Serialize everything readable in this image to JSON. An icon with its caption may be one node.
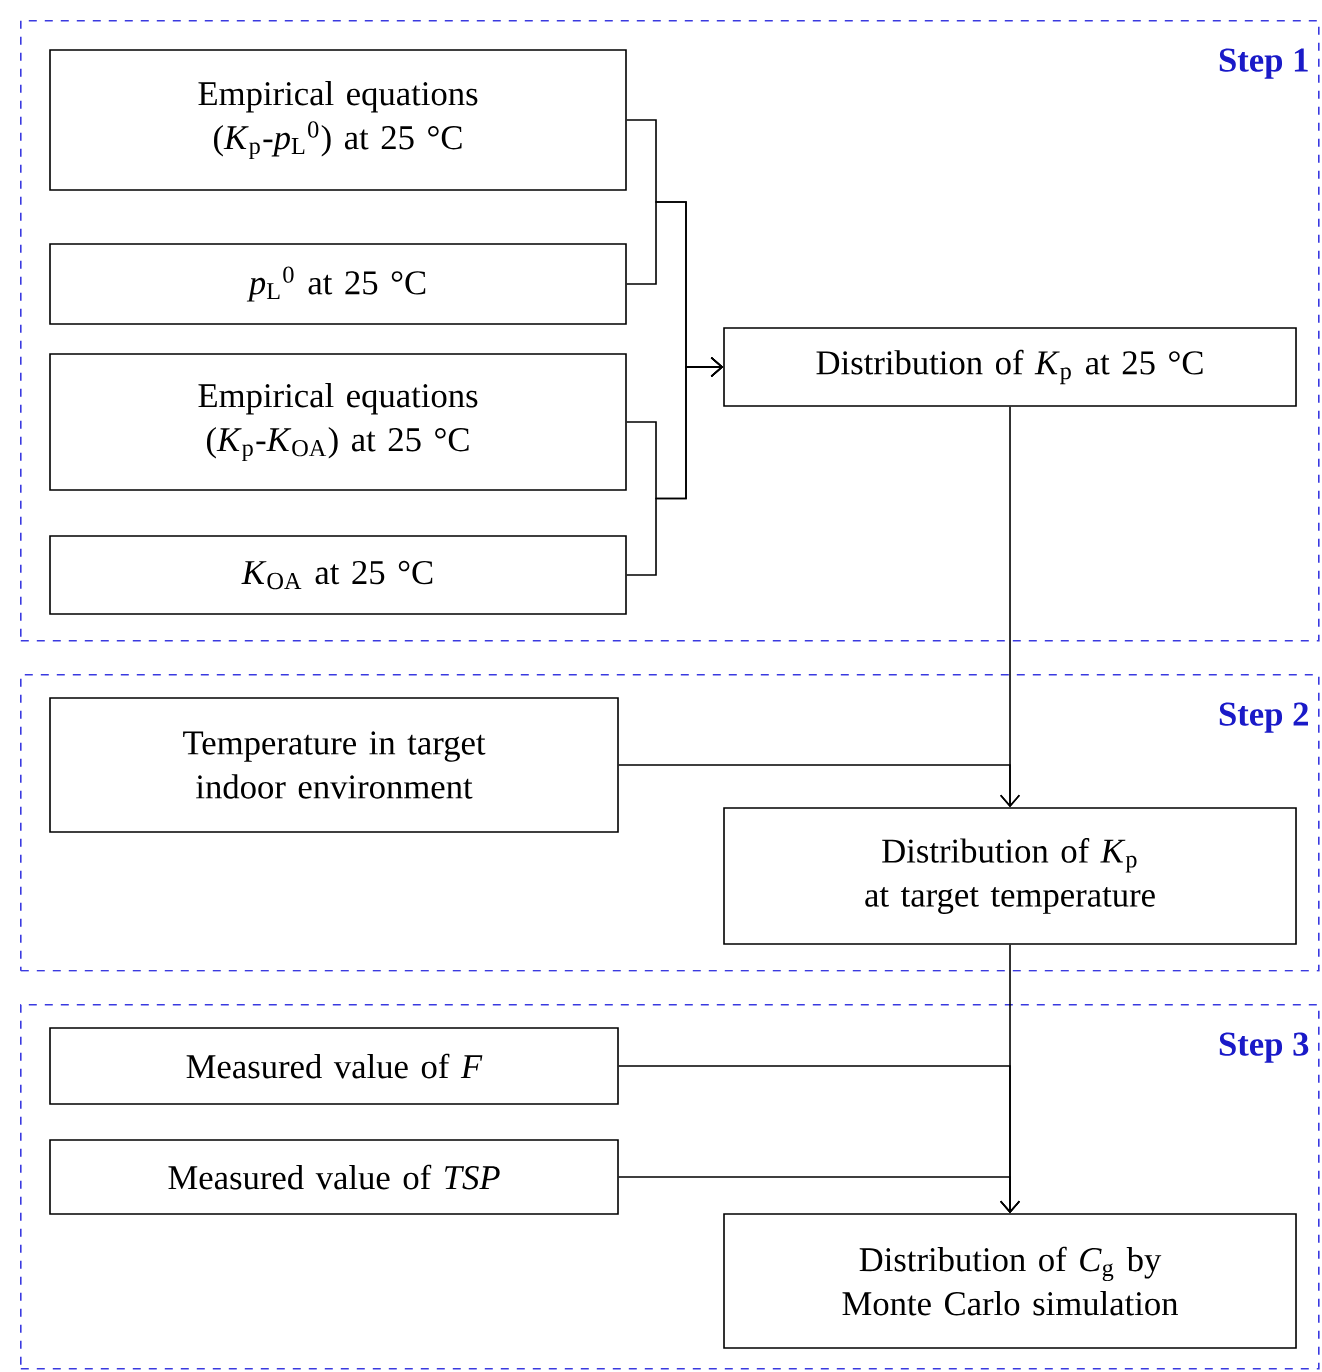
{
  "diagram": {
    "nodes": [
      {
        "text": [
          "Step 1"
        ]
      },
      {
        "text": [
          "Empirical equations (*K*$_{p}$-*p*$_{L}$$^{0}$) at 25 °C"
        ],
        "in": 0
      },
      {
        "text": [
          "*p*$_{L}$$^{0}$ at 25 °C"
        ],
        "in": 0
      },
      {
        "text": [
          "Empirical equations (*K*$_{p}$-*K*$_{OA}$) at 25 °C"
        ],
        "in": 0
      },
      {
        "text": [
          "*K*$_{OA}$ at 25 °C"
        ],
        "in": 0
      },
      {
        "text": [
          "Distribution of *K*$_{p}$ at 25 °C"
        ],
        "in": 0
      },
      {
        "text": [
          "Step 2"
        ]
      },
      {
        "text": [
          "Temperature in target indoor environment"
        ],
        "in": 6
      },
      {
        "text": [
          "Distribution of *K*$_{p}$ at target temperature"
        ],
        "in": 6
      },
      {
        "text": [
          "Step 3"
        ]
      },
      {
        "text": [
          "Measured value of *F*"
        ],
        "in": 9
      },
      {
        "text": [
          "Measured value of *TSP*"
        ],
        "in": 9
      },
      {
        "text": [
          "Distribution of *C*$_{g}$ by Monte Carlo simulation"
        ],
        "in": 9
      }
    ],
    "edges": [
      {
        "from": 1,
        "to": 5,
        "arrow": "to"
      },
      {
        "from": 2,
        "to": 5,
        "arrow": "to"
      },
      {
        "from": 3,
        "to": 5,
        "arrow": "to"
      },
      {
        "from": 4,
        "to": 5,
        "arrow": "to"
      },
      {
        "from": 5,
        "to": 8,
        "arrow": "to"
      },
      {
        "from": 7,
        "to": 8,
        "arrow": "to"
      },
      {
        "from": 8,
        "to": 12,
        "arrow": "to"
      },
      {
        "from": 10,
        "to": 12,
        "arrow": "to"
      },
      {
        "from": 11,
        "to": 12,
        "arrow": "to"
      }
    ]
  }
}
